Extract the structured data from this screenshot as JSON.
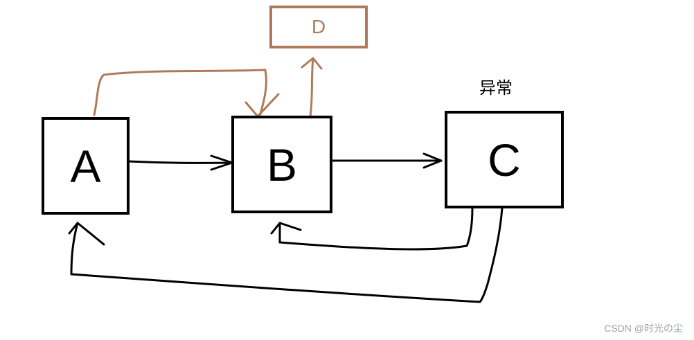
{
  "diagram": {
    "nodes": {
      "a": {
        "label": "A"
      },
      "b": {
        "label": "B"
      },
      "c": {
        "label": "C"
      },
      "d": {
        "label": "D"
      }
    },
    "exception_label": "异常",
    "colors": {
      "black": "#000000",
      "brown": "#b07a5a",
      "watermark": "#9aa0a6",
      "background": "#ffffff"
    },
    "edges": [
      {
        "from": "A",
        "to": "B",
        "color": "black"
      },
      {
        "from": "B",
        "to": "C",
        "color": "black"
      },
      {
        "from": "A",
        "to": "B",
        "color": "brown"
      },
      {
        "from": "B",
        "to": "D",
        "color": "brown"
      },
      {
        "from": "C",
        "to": "B",
        "color": "black"
      },
      {
        "from": "C",
        "to": "A",
        "color": "black"
      }
    ]
  },
  "watermark": "CSDN @时光の尘"
}
